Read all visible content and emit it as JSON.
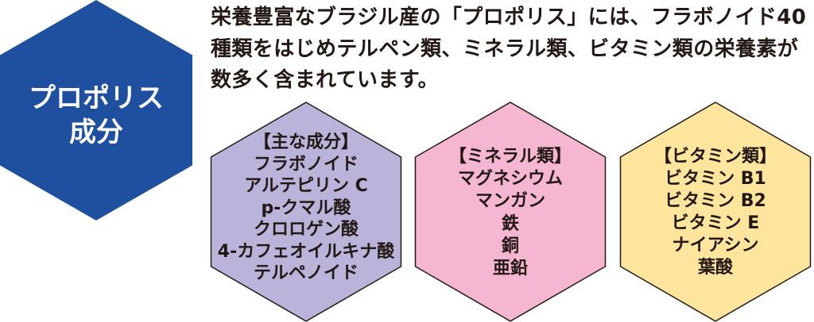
{
  "intro": {
    "lines": [
      "栄養豊富なブラジル産の「プロポリス」には、フラボノイド40",
      "種類をはじめテルペン類、ミネラル類、ビタミン類の栄養素が",
      "数多く含まれています。"
    ]
  },
  "title_badge": {
    "lines": [
      "プロポリス",
      "成分"
    ],
    "color": "#1f4f9f"
  },
  "groups": [
    {
      "heading": "【主な成分】",
      "items": [
        "フラボノイド",
        "アルテピリン C",
        "p-クマル酸",
        "クロロゲン酸",
        "4-カフェオイルキナ酸",
        "テルペノイド"
      ],
      "color": "#bab4da"
    },
    {
      "heading": "【ミネラル類】",
      "items": [
        "マグネシウム",
        "マンガン",
        "鉄",
        "銅",
        "亜鉛"
      ],
      "color": "#f4b6d1"
    },
    {
      "heading": "【ビタミン類】",
      "items": [
        "ビタミン B1",
        "ビタミン B2",
        "ビタミン E",
        "ナイアシン",
        "葉酸"
      ],
      "color": "#fde59e"
    }
  ],
  "colors": {
    "outline": "#231815"
  }
}
